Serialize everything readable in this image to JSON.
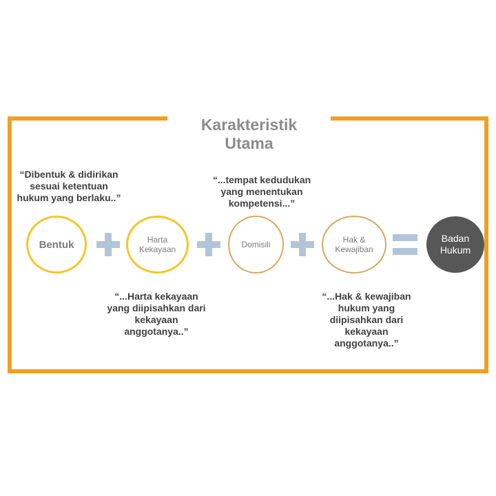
{
  "title": "Karakteristik\nUtama",
  "quotes": {
    "bentuk": "“Dibentuk & didirikan\nsesuai ketentuan\nhukum yang berlaku..”",
    "domisili": "“...tempat kedudukan\nyang menentukan\nkompetensi...”",
    "harta": "“...Harta kekayaan\nyang diipisahkan dari\nkekayaan\nanggotanya..”",
    "hak": "“...Hak & kewajiban\nhukum yang\ndiipisahkan dari\nkekayaan\nanggotanya..”"
  },
  "nodes": {
    "bentuk": "Bentuk",
    "harta": "Harta\nKekayaan",
    "domisili": "Domisili",
    "hak": "Hak &\nKewajiban",
    "badan": "Badan\nHukum"
  },
  "colors": {
    "frame": "#f0a020",
    "circle_primary": "#f2c72a",
    "circle_secondary": "#d8a860",
    "operator": "#b4c4d8",
    "result": "#575757"
  }
}
